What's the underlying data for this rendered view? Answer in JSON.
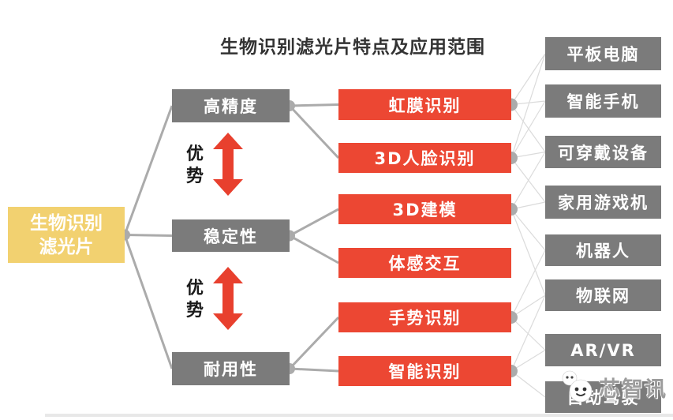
{
  "title": "生物识别滤光片特点及应用范围",
  "root": {
    "label_line1": "生物识别",
    "label_line2": "滤光片"
  },
  "advantage_label": "优势",
  "features": [
    {
      "id": "accuracy",
      "label": "高精度"
    },
    {
      "id": "stability",
      "label": "稳定性"
    },
    {
      "id": "durability",
      "label": "耐用性"
    }
  ],
  "applications": [
    {
      "id": "iris",
      "label": "虹膜识别"
    },
    {
      "id": "face3d",
      "label": "3D人脸识别"
    },
    {
      "id": "modeling",
      "label": "3D建模"
    },
    {
      "id": "somato",
      "label": "体感交互"
    },
    {
      "id": "gesture",
      "label": "手势识别"
    },
    {
      "id": "smart",
      "label": "智能识别"
    }
  ],
  "devices": [
    {
      "id": "tablet",
      "label": "平板电脑"
    },
    {
      "id": "phone",
      "label": "智能手机"
    },
    {
      "id": "wearable",
      "label": "可穿戴设备"
    },
    {
      "id": "console",
      "label": "家用游戏机"
    },
    {
      "id": "robot",
      "label": "机器人"
    },
    {
      "id": "iot",
      "label": "物联网"
    },
    {
      "id": "arvr",
      "label": "AR/VR"
    },
    {
      "id": "auto",
      "label": "自动驾驶"
    }
  ],
  "connections": {
    "root_to_features": [
      [
        "root",
        "accuracy"
      ],
      [
        "root",
        "stability"
      ],
      [
        "root",
        "durability"
      ]
    ],
    "features_to_apps": [
      [
        "accuracy",
        "iris"
      ],
      [
        "accuracy",
        "face3d"
      ],
      [
        "stability",
        "modeling"
      ],
      [
        "stability",
        "somato"
      ],
      [
        "durability",
        "gesture"
      ],
      [
        "durability",
        "smart"
      ]
    ],
    "apps_to_devices": [
      [
        "iris",
        "tablet"
      ],
      [
        "iris",
        "phone"
      ],
      [
        "iris",
        "wearable"
      ],
      [
        "face3d",
        "tablet"
      ],
      [
        "face3d",
        "phone"
      ],
      [
        "face3d",
        "wearable"
      ],
      [
        "face3d",
        "console"
      ],
      [
        "modeling",
        "wearable"
      ],
      [
        "modeling",
        "console"
      ],
      [
        "modeling",
        "robot"
      ],
      [
        "modeling",
        "iot"
      ],
      [
        "gesture",
        "robot"
      ],
      [
        "gesture",
        "iot"
      ],
      [
        "gesture",
        "arvr"
      ],
      [
        "smart",
        "iot"
      ],
      [
        "smart",
        "arvr"
      ],
      [
        "smart",
        "auto"
      ]
    ],
    "dotted_apps": [
      "iris",
      "face3d",
      "modeling",
      "gesture",
      "smart"
    ]
  },
  "watermark": {
    "text": "芯智讯"
  },
  "colors": {
    "accent_red": "#EC4733",
    "arrow_red": "#E8402E",
    "node_gray": "#7B7B7B",
    "root_yellow": "#F2D170",
    "connector_gray": "#ABABAB",
    "mesh_gray": "#DBDBDB",
    "title_text": "#333333",
    "watermark_gray": "#949494"
  }
}
